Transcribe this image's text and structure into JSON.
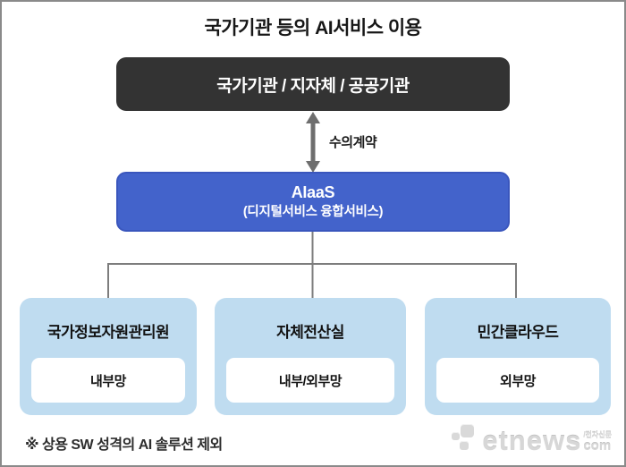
{
  "diagram": {
    "title": "국가기관 등의 AI서비스 이용",
    "top_box": {
      "label": "국가기관 / 지자체 / 공공기관"
    },
    "contract_arrow": {
      "label": "수의계약"
    },
    "service_box": {
      "title": "AIaaS",
      "subtitle": "(디지털서비스 융합서비스)"
    },
    "nodes": [
      {
        "title": "국가정보자원관리원",
        "network": "내부망"
      },
      {
        "title": "자체전산실",
        "network": "내부/외부망"
      },
      {
        "title": "민간클라우드",
        "network": "외부망"
      }
    ],
    "footnote": "※ 상용 SW 성격의 AI 솔루션 제외"
  },
  "logo": {
    "name": "etnews",
    "tagline": "/전자신문",
    "suffix": "com"
  },
  "colors": {
    "top_box_bg": "#333333",
    "service_box_bg": "#4363cb",
    "node_bg": "#bfdcf0",
    "connector": "#7d7d7d",
    "frame_border": "#8a8a8a"
  }
}
